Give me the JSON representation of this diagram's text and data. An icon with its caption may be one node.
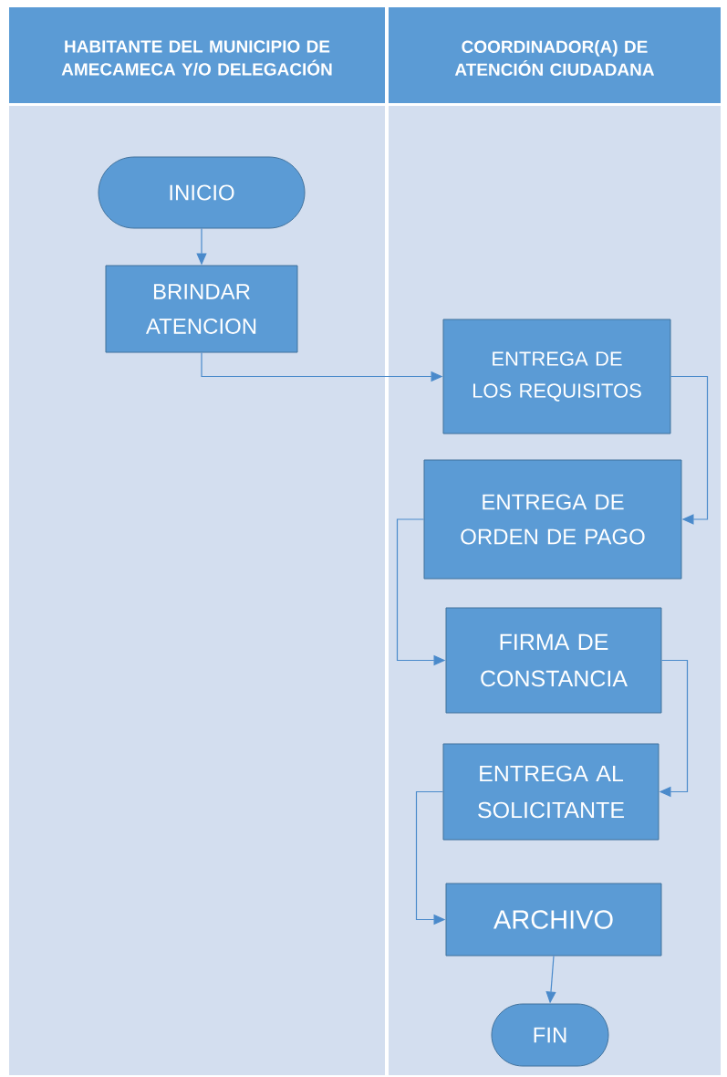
{
  "diagram": {
    "nodes": [
      {
        "text": [
          "HABITANTE DEL MUNICIPIO DE AMECAMECA Y/O DELEGACIÓN"
        ]
      },
      {
        "text": [
          "COORDINADOR(A) DE ATENCIÓN CIUDADANA"
        ]
      },
      {
        "text": [
          "INICIO"
        ],
        "in": 0
      },
      {
        "text": [
          "BRINDAR ATENCION"
        ],
        "in": 0
      },
      {
        "text": [
          "ENTREGA DE LOS REQUISITOS"
        ],
        "in": 1
      },
      {
        "text": [
          "ENTREGA DE ORDEN DE PAGO"
        ],
        "in": 1
      },
      {
        "text": [
          "FIRMA DE CONSTANCIA"
        ],
        "in": 1
      },
      {
        "text": [
          "ENTREGA AL SOLICITANTE"
        ],
        "in": 1
      },
      {
        "text": [
          "ARCHIVO"
        ],
        "in": 1
      },
      {
        "text": [
          "FIN"
        ],
        "in": 1
      }
    ],
    "edges": [
      {
        "from": 2,
        "to": 3,
        "arrow": "to"
      },
      {
        "from": 3,
        "to": 4,
        "arrow": "to"
      },
      {
        "from": 4,
        "to": 5,
        "arrow": "to"
      },
      {
        "from": 5,
        "to": 6,
        "arrow": "to"
      },
      {
        "from": 6,
        "to": 7,
        "arrow": "to"
      },
      {
        "from": 7,
        "to": 8,
        "arrow": "to"
      },
      {
        "from": 8,
        "to": 9,
        "arrow": "to"
      }
    ]
  }
}
